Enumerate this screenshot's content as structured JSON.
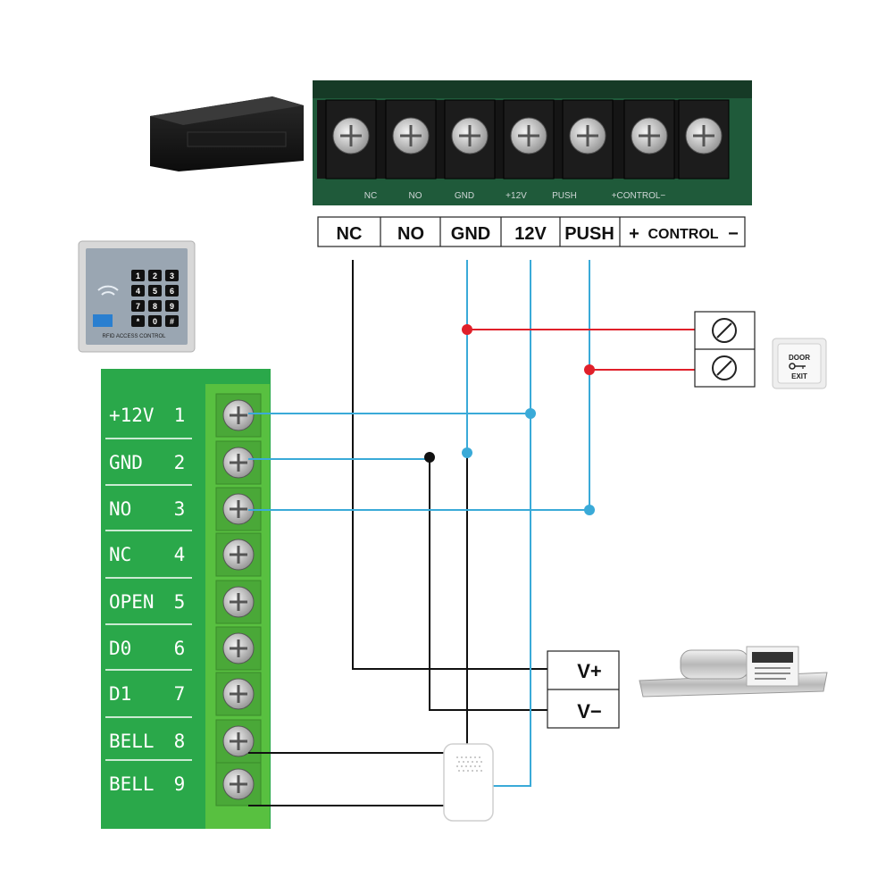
{
  "power_supply": {
    "top_labels": [
      "NC",
      "NO",
      "GND",
      "12V",
      "PUSH"
    ],
    "control_label": "CONTROL",
    "control_plus": "+",
    "control_minus": "−",
    "silk_labels": [
      "NC",
      "NO",
      "GND",
      "+12V",
      "PUSH",
      "+CONTROL−"
    ]
  },
  "keypad": {
    "keys": [
      "1",
      "2",
      "3",
      "4",
      "5",
      "6",
      "7",
      "8",
      "9",
      "*",
      "0",
      "#"
    ],
    "footer": "RFID ACCESS CONTROL"
  },
  "controller_terminals": [
    {
      "name": "+12V",
      "num": "1"
    },
    {
      "name": "GND",
      "num": "2"
    },
    {
      "name": "NO",
      "num": "3"
    },
    {
      "name": "NC",
      "num": "4"
    },
    {
      "name": "OPEN",
      "num": "5"
    },
    {
      "name": "D0",
      "num": "6"
    },
    {
      "name": "D1",
      "num": "7"
    },
    {
      "name": "BELL",
      "num": "8"
    },
    {
      "name": "BELL",
      "num": "9"
    }
  ],
  "exit_button": {
    "line1": "DOOR",
    "line2": "EXIT"
  },
  "lock_terminals": {
    "plus": "V+",
    "minus": "V−"
  },
  "colors": {
    "wire_blue": "#3aaad8",
    "wire_red": "#e0202a",
    "wire_black": "#111111",
    "pcb_green": "#2aa84a",
    "terminal_green": "#58c040"
  }
}
